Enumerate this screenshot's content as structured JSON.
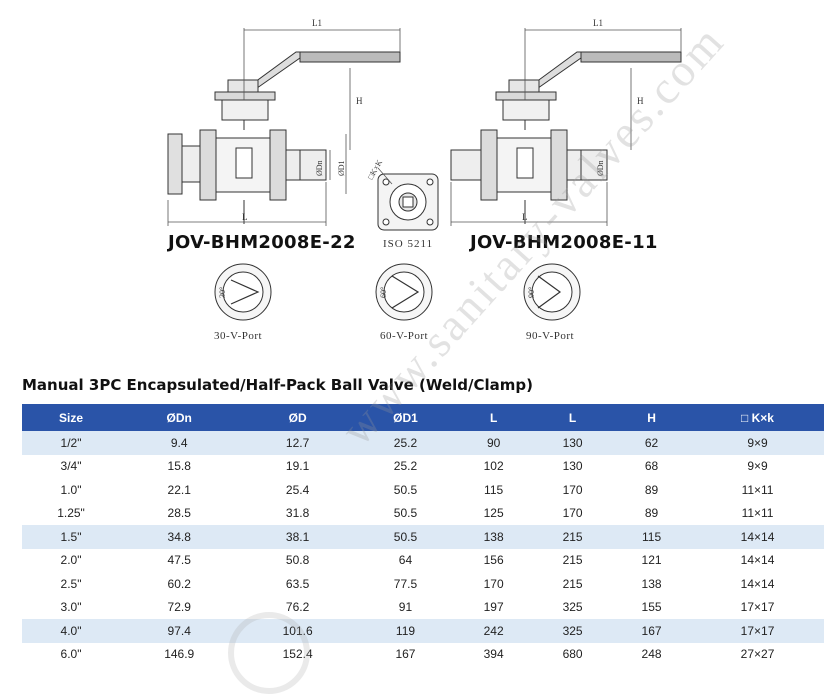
{
  "drawing": {
    "left_model": "JOV-BHM2008E-22",
    "right_model": "JOV-BHM2008E-11",
    "iso_label": "ISO 5211",
    "dims": {
      "l1": "L1",
      "h": "H",
      "l": "L",
      "dn": "ØDn",
      "d1": "ØD1",
      "kxk": "□K×K"
    },
    "ports": [
      {
        "label": "30-V-Port",
        "angle_text": "30°"
      },
      {
        "label": "60-V-Port",
        "angle_text": "60°"
      },
      {
        "label": "90-V-Port",
        "angle_text": "90°"
      }
    ]
  },
  "table": {
    "title": "Manual 3PC Encapsulated/Half-Pack Ball Valve  (Weld/Clamp)",
    "headers": [
      "Size",
      "ØDn",
      "ØD",
      "ØD1",
      "L",
      "L",
      "H",
      "□ K×k"
    ],
    "rows": [
      [
        "1/2\"",
        "9.4",
        "12.7",
        "25.2",
        "90",
        "130",
        "62",
        "9×9"
      ],
      [
        "3/4\"",
        "15.8",
        "19.1",
        "25.2",
        "102",
        "130",
        "68",
        "9×9"
      ],
      [
        "1.0\"",
        "22.1",
        "25.4",
        "50.5",
        "115",
        "170",
        "89",
        "11×11"
      ],
      [
        "1.25\"",
        "28.5",
        "31.8",
        "50.5",
        "125",
        "170",
        "89",
        "11×11"
      ],
      [
        "1.5\"",
        "34.8",
        "38.1",
        "50.5",
        "138",
        "215",
        "115",
        "14×14"
      ],
      [
        "2.0\"",
        "47.5",
        "50.8",
        "64",
        "156",
        "215",
        "121",
        "14×14"
      ],
      [
        "2.5\"",
        "60.2",
        "63.5",
        "77.5",
        "170",
        "215",
        "138",
        "14×14"
      ],
      [
        "3.0\"",
        "72.9",
        "76.2",
        "91",
        "197",
        "325",
        "155",
        "17×17"
      ],
      [
        "4.0\"",
        "97.4",
        "101.6",
        "119",
        "242",
        "325",
        "167",
        "17×17"
      ],
      [
        "6.0\"",
        "146.9",
        "152.4",
        "167",
        "394",
        "680",
        "248",
        "27×27"
      ]
    ]
  },
  "watermark": "www.sanitary-valves.com"
}
